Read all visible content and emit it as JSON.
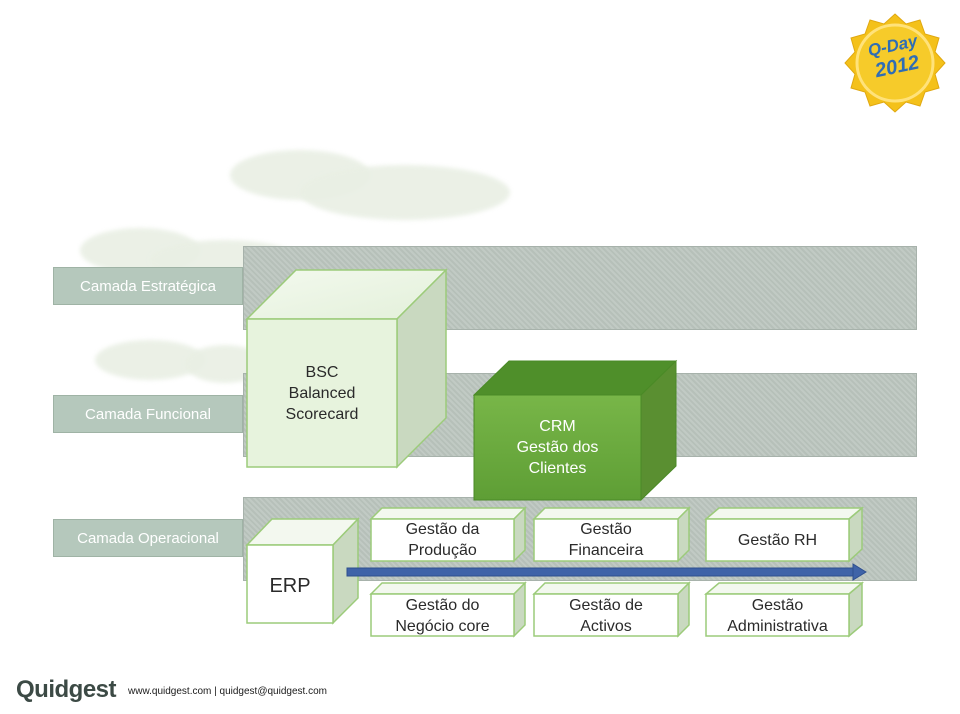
{
  "layers": {
    "strategic": "Camada Estratégica",
    "functional": "Camada Funcional",
    "operational": "Camada Operacional"
  },
  "boxes": {
    "bsc": [
      "BSC",
      "Balanced",
      "Scorecard"
    ],
    "crm": [
      "CRM",
      "Gestão dos",
      "Clientes"
    ],
    "erp": "ERP",
    "producao": [
      "Gestão da",
      "Produção"
    ],
    "financeira": [
      "Gestão",
      "Financeira"
    ],
    "rh": "Gestão RH",
    "negocio": [
      "Gestão do",
      "Negócio core"
    ],
    "activos": [
      "Gestão de",
      "Activos"
    ],
    "administrativa": [
      "Gestão",
      "Administrativa"
    ]
  },
  "badge": {
    "line1": "Q-Day",
    "line2": "2012"
  },
  "footer": {
    "logo": "Quidgest",
    "contact": "www.quidgest.com | quidgest@quidgest.com"
  },
  "colors": {
    "band": "#bcc6bf",
    "bsc_front": "#e6f3dc",
    "crm_front": "#6caa3f",
    "box_front": "#ffffff",
    "box_edge": "#7fb25b",
    "arrow": "#3f63a8",
    "badge": "#f4c11a"
  }
}
